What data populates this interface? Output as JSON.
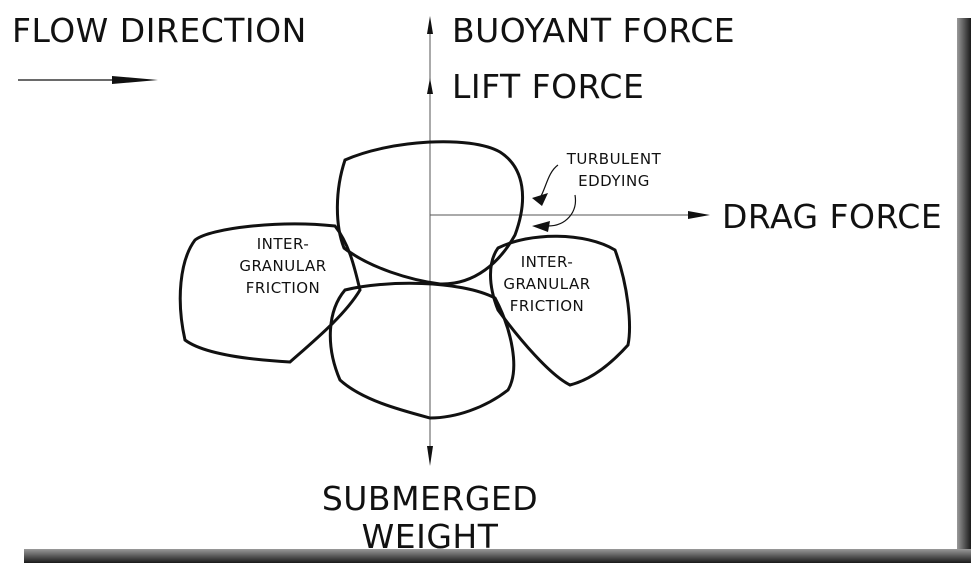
{
  "labels": {
    "flow_direction": "FLOW DIRECTION",
    "buoyant_force": "BUOYANT FORCE",
    "lift_force": "LIFT FORCE",
    "drag_force": "DRAG FORCE",
    "submerged_weight_line1": "SUBMERGED",
    "submerged_weight_line2": "WEIGHT",
    "turbulent_line1": "TURBULENT",
    "turbulent_line2": "EDDYING",
    "friction_left_line1": "INTER-",
    "friction_left_line2": "GRANULAR",
    "friction_left_line3": "FRICTION",
    "friction_right_line1": "INTER-",
    "friction_right_line2": "GRANULAR",
    "friction_right_line3": "FRICTION"
  },
  "colors": {
    "ink": "#111111",
    "background": "#ffffff",
    "shadow": "#2a2a2a"
  }
}
